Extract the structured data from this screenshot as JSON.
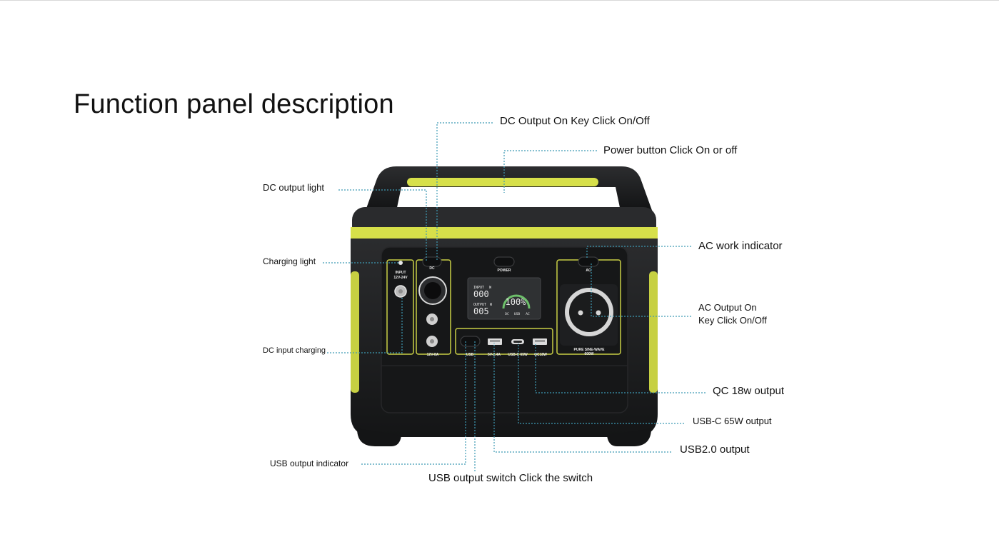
{
  "page": {
    "title": "Function panel description"
  },
  "device": {
    "buttons": {
      "dc": "DC",
      "power": "POWER",
      "ac": "AC"
    },
    "input_port": {
      "line1": "INPUT",
      "line2": "12V-24V"
    },
    "dc_output_rating": "12V-8A",
    "display": {
      "input_label": "INPUT",
      "input_unit": "W",
      "input_value": "000",
      "output_label": "OUTPUT",
      "output_unit": "W",
      "output_value": "005",
      "battery_percent": "100%",
      "indicators": [
        "DC",
        "USB",
        "AC"
      ]
    },
    "usb_port_labels": [
      "USB",
      "5V-2.4A",
      "USB-C 65W",
      "QC18W"
    ],
    "ac_socket": {
      "line1": "PURE SINE-WAVE",
      "line2": "600W"
    },
    "colors": {
      "body": "#1f2021",
      "panel": "#161718",
      "accent": "#d7e04a",
      "leader": "#3e9ab4"
    }
  },
  "callouts": {
    "dc_output_key": "DC Output On Key Click On/Off",
    "power_button": "Power button Click On or off",
    "dc_output_light": "DC output light",
    "ac_work_indicator": "AC work indicator",
    "charging_light": "Charging light",
    "ac_output_key_line1": "AC Output On",
    "ac_output_key_line2": "Key Click On/Off",
    "dc_input_charging": "DC input charging",
    "qc_output": "QC 18w output",
    "usb_c_output": "USB-C 65W output",
    "usb2_output": "USB2.0 output",
    "usb_output_indicator": "USB output indicator",
    "usb_output_switch": "USB output switch Click the switch"
  }
}
